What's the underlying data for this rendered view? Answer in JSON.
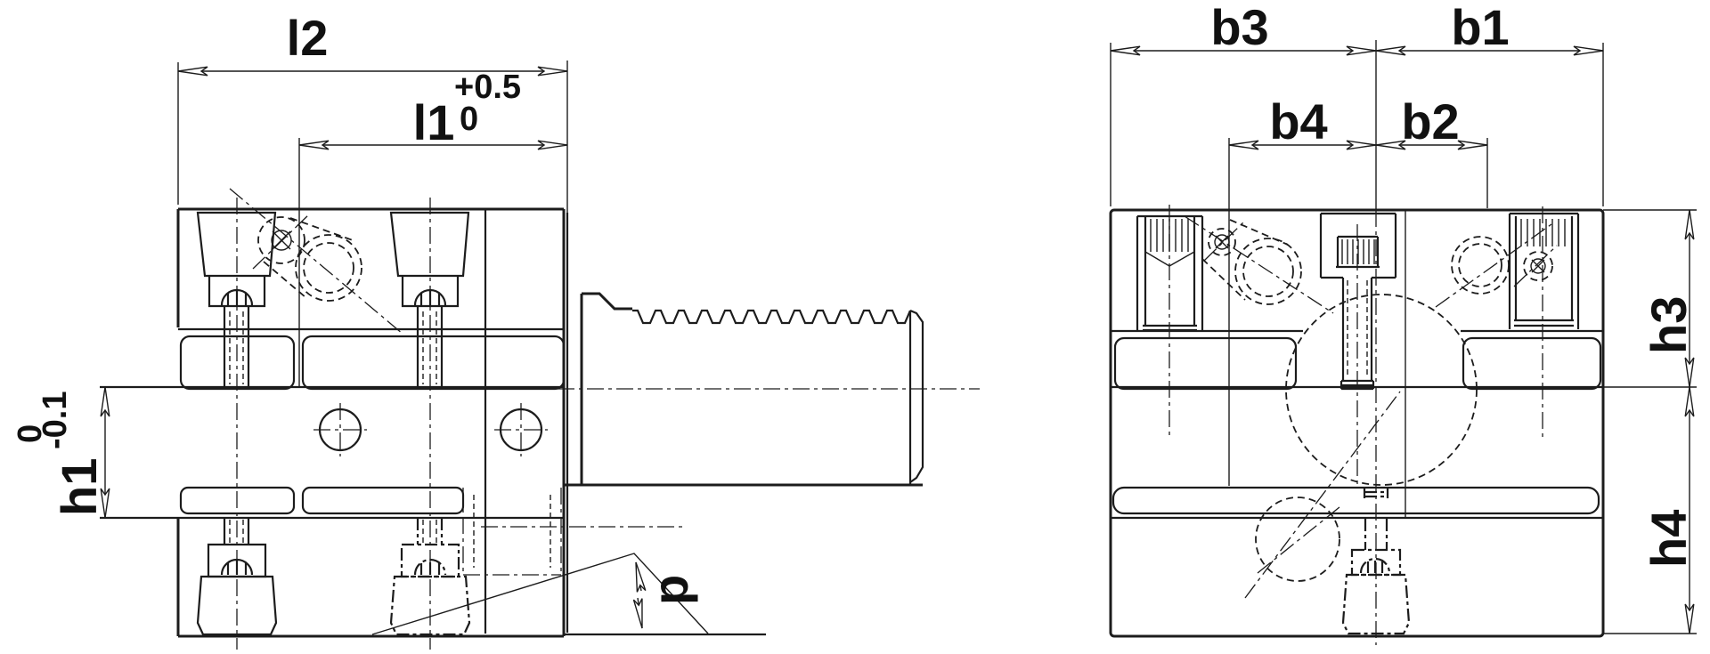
{
  "meta": {
    "type": "technical-engineering-drawing",
    "description": "Two orthographic views of a VDI radial tool holder with serrated cylindrical shank",
    "view_count": "2"
  },
  "colors": {
    "background": "#ffffff",
    "line": "#1c1c1c",
    "text": "#111111"
  },
  "side_view": {
    "dimensions": {
      "l2": {
        "label": "l2"
      },
      "l1": {
        "label": "l1",
        "tol_upper": "+0.5",
        "tol_lower": "0"
      },
      "h1": {
        "label": "h1",
        "tol_upper": "0",
        "tol_lower": "-0.1"
      },
      "angle": {
        "label": "p"
      }
    }
  },
  "front_view": {
    "dimensions": {
      "b3": {
        "label": "b3"
      },
      "b1": {
        "label": "b1"
      },
      "b4": {
        "label": "b4"
      },
      "b2": {
        "label": "b2"
      },
      "h3": {
        "label": "h3"
      },
      "h4": {
        "label": "h4"
      }
    }
  }
}
